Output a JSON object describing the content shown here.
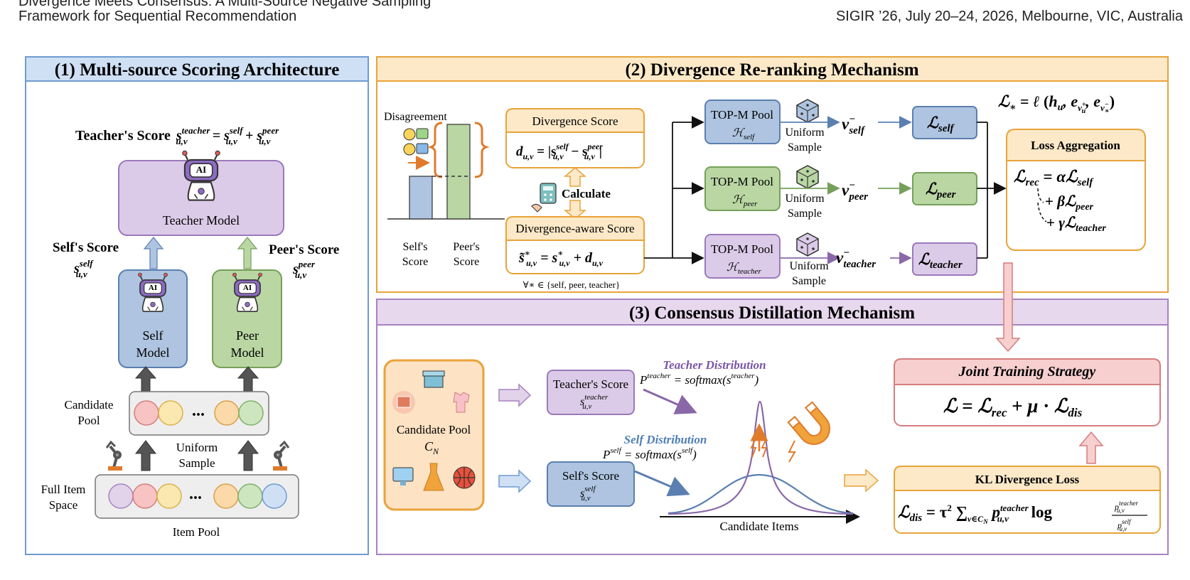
{
  "header": {
    "title_line1": "Divergence Meets Consensus: A Multi-Source Negative Sampling",
    "title_line2": "Framework for Sequential Recommendation",
    "venue": "SIGIR ’26, July 20–24, 2026, Melbourne, VIC, Australia"
  },
  "panel1": {
    "title": "(1) Multi-source Scoring Architecture",
    "teacher_score_label": "Teacher's Score",
    "teacher_model": "Teacher Model",
    "self_score_label": "Self's Score",
    "peer_score_label": "Peer's Score",
    "self_model_l1": "Self",
    "self_model_l2": "Model",
    "peer_model_l1": "Peer",
    "peer_model_l2": "Model",
    "candidate_pool_l1": "Candidate",
    "candidate_pool_l2": "Pool",
    "uniform_l1": "Uniform",
    "uniform_l2": "Sample",
    "full_item_l1": "Full Item",
    "full_item_l2": "Space",
    "item_pool": "Item Pool",
    "ellipsis": "...",
    "ai_badge": "AI"
  },
  "panel2": {
    "title": "(2) Divergence Re-ranking Mechanism",
    "disagreement": "Disagreement",
    "self_bar_l1": "Self's",
    "self_bar_l2": "Score",
    "peer_bar_l1": "Peer's",
    "peer_bar_l2": "Score",
    "divergence_score": "Divergence Score",
    "calculate": "Calculate",
    "divergence_aware_score": "Divergence-aware Score",
    "forall": "∀∗ ∈ {self, peer, teacher}",
    "pools": [
      {
        "l1": "TOP-M Pool",
        "sub": "self"
      },
      {
        "l1": "TOP-M Pool",
        "sub": "peer"
      },
      {
        "l1": "TOP-M Pool",
        "sub": "teacher"
      }
    ],
    "uniform_l1": "Uniform",
    "uniform_l2": "Sample",
    "loss_aggregation": "Loss Aggregation"
  },
  "panel3": {
    "title": "(3) Consensus Distillation Mechanism",
    "candidate_pool": "Candidate Pool",
    "teacher_score": "Teacher's Score",
    "self_score": "Self's Score",
    "teacher_distribution": "Teacher Distribution",
    "self_distribution": "Self Distribution",
    "candidate_items": "Candidate Items",
    "joint_training": "Joint Training Strategy",
    "kl_loss": "KL Divergence Loss"
  },
  "colors": {
    "panel1_border": "#6f9bd1",
    "panel1_header": "#cfe0f5",
    "panel2_border": "#e8a33a",
    "panel2_header": "#fde9c8",
    "panel3_border": "#a783c0",
    "panel3_header": "#e7d8ee",
    "self_blue": "#aec4e0",
    "peer_green": "#b9d6a3",
    "teacher_purple": "#dccbe8",
    "joint_red": "#f7cfcf"
  }
}
